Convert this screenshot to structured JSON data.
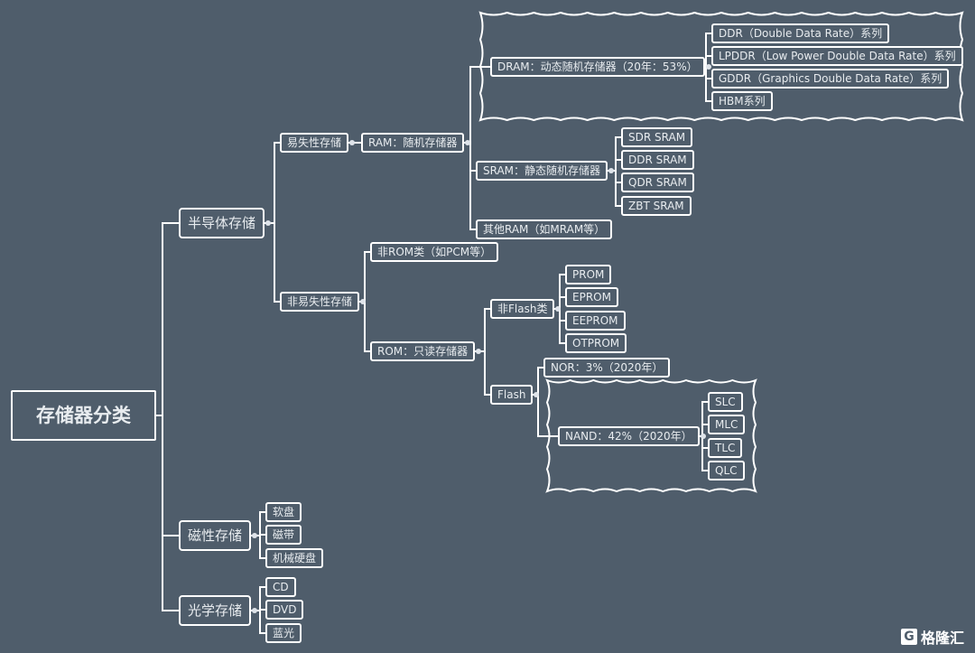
{
  "root": "存储器分类",
  "semiconductor": {
    "label": "半导体存储",
    "volatile": {
      "label": "易失性存储",
      "ram": {
        "label": "RAM：随机存储器",
        "dram": {
          "label": "DRAM：动态随机存储器（20年：53%）",
          "items": [
            "DDR（Double Data Rate）系列",
            "LPDDR（Low Power Double Data Rate）系列",
            "GDDR（Graphics Double Data Rate）系列",
            "HBM系列"
          ]
        },
        "sram": {
          "label": "SRAM：静态随机存储器",
          "items": [
            "SDR SRAM",
            "DDR SRAM",
            "QDR SRAM",
            "ZBT SRAM"
          ]
        },
        "other": "其他RAM（如MRAM等）"
      }
    },
    "nonvolatile": {
      "label": "非易失性存储",
      "nonrom": "非ROM类（如PCM等）",
      "rom": {
        "label": "ROM：只读存储器",
        "nonflash": {
          "label": "非Flash类",
          "items": [
            "PROM",
            "EPROM",
            "EEPROM",
            "OTPROM"
          ]
        },
        "flash": {
          "label": "Flash",
          "nor": "NOR：3%（2020年）",
          "nand": {
            "label": "NAND：42%（2020年）",
            "items": [
              "SLC",
              "MLC",
              "TLC",
              "QLC"
            ]
          }
        }
      }
    }
  },
  "magnetic": {
    "label": "磁性存储",
    "items": [
      "软盘",
      "磁带",
      "机械硬盘"
    ]
  },
  "optical": {
    "label": "光学存储",
    "items": [
      "CD",
      "DVD",
      "蓝光"
    ]
  },
  "watermark": "格隆汇"
}
